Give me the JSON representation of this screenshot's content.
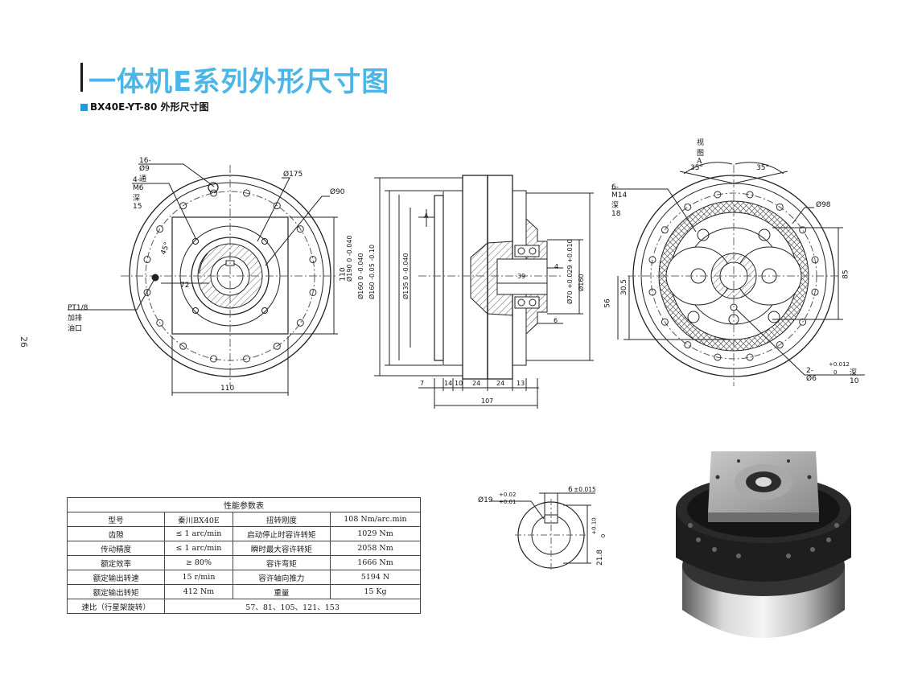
{
  "header": {
    "title": "一体机E系列外形尺寸图",
    "subtitle": "BX40E-YT-80  外形尺寸图",
    "page_number": "26",
    "accent_color": "#4ab5e6"
  },
  "front_view": {
    "labels": [
      "16-Ø9通",
      "4-M6深15",
      "Ø175",
      "Ø90",
      "45°",
      "72",
      "110",
      "110",
      "PT1/8加排油口"
    ]
  },
  "side_view": {
    "labels": [
      "A",
      "Ø190 0 -0.040",
      "Ø160 0 -0.040",
      "Ø160 -0.05 -0.10",
      "Ø135 0 -0.040",
      "4",
      "39",
      "Ø70 +0.029 +0.010",
      "Ø160",
      "6",
      "7",
      "14",
      "10",
      "24",
      "24",
      "13",
      "107"
    ]
  },
  "view_a": {
    "caption": "视图 A",
    "labels": [
      "35°",
      "35°",
      "6-M14深18",
      "Ø98",
      "85",
      "30.5",
      "56",
      "2-Ø6",
      "+0.012",
      "0",
      "深10"
    ]
  },
  "shaft_section": {
    "labels": [
      "Ø19",
      "+0.02",
      "+0.01",
      "6",
      "±0.015",
      "21.8",
      "+0.10",
      "0"
    ]
  },
  "param_table": {
    "caption": "性能参数表",
    "rows": [
      [
        "型号",
        "秦川BX40E",
        "扭转刚度",
        "108 Nm/arc.min"
      ],
      [
        "齿隙",
        "≤ 1 arc/min",
        "启动停止时容许转矩",
        "1029 Nm"
      ],
      [
        "传动精度",
        "≤ 1 arc/min",
        "瞬时最大容许转矩",
        "2058 Nm"
      ],
      [
        "额定效率",
        "≥ 80%",
        "容许弯矩",
        "1666 Nm"
      ],
      [
        "额定输出转速",
        "15 r/min",
        "容许轴向推力",
        "5194 N"
      ],
      [
        "额定输出转矩",
        "412 Nm",
        "重量",
        "15 Kg"
      ]
    ],
    "ratio_label": "速比（行星架旋转）",
    "ratio_value": "57、81、105、121、153"
  }
}
